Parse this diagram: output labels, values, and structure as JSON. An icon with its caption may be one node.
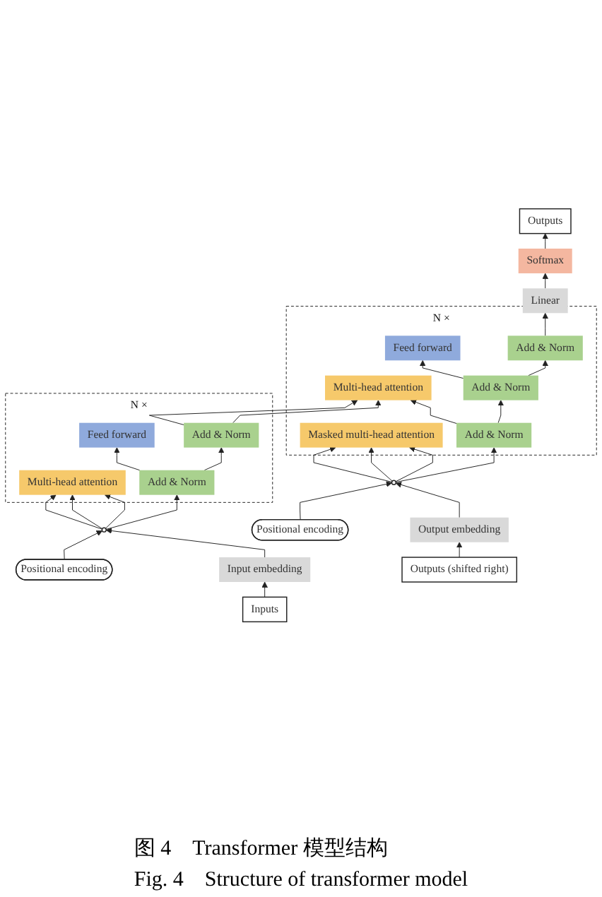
{
  "diagram": {
    "caption": "图 4　Transformer 模型结构",
    "nodes": [
      {
        "text": [],
        "shape": "box",
        "beside": [
          "N ×"
        ]
      },
      {
        "text": [
          "Add & Norm"
        ],
        "in": 0
      },
      {
        "text": [
          "Feed forward"
        ],
        "in": 0
      },
      {
        "text": [
          "Add & Norm"
        ],
        "in": 0
      },
      {
        "text": [
          "Multi-head attention"
        ],
        "in": 0
      },
      {
        "text": [
          "Positional encoding"
        ]
      },
      {
        "text": [],
        "shape": "circle"
      },
      {
        "text": [
          "Input embedding"
        ]
      },
      {
        "text": [
          "Inputs"
        ]
      },
      {
        "text": [
          "Outputs"
        ]
      },
      {
        "text": [
          "Softmax"
        ]
      },
      {
        "text": [
          "Linear"
        ]
      },
      {
        "text": [],
        "shape": "box",
        "beside": [
          "N ×"
        ]
      },
      {
        "text": [
          "Add & Norm"
        ],
        "in": 12
      },
      {
        "text": [
          "Feed forward"
        ],
        "in": 12
      },
      {
        "text": [
          "Add & Norm"
        ],
        "in": 12
      },
      {
        "text": [
          "Multi-head attention"
        ],
        "in": 12
      },
      {
        "text": [
          "Add & Norm"
        ],
        "in": 12
      },
      {
        "text": [
          "Masked multi-head attention"
        ],
        "in": 12
      },
      {
        "text": [],
        "shape": "circle"
      },
      {
        "text": [
          "Positional encoding"
        ]
      },
      {
        "text": [
          "Output embedding"
        ]
      },
      {
        "text": [
          "Outputs (shifted right)"
        ]
      }
    ],
    "edges": [
      {
        "from": 8,
        "to": 7,
        "arrow": "to"
      },
      {
        "from": 7,
        "to": 6,
        "arrow": "to"
      },
      {
        "from": 5,
        "to": 6,
        "arrow": "to"
      },
      {
        "from": 6,
        "to": 4,
        "arrow": "to"
      },
      {
        "from": 6,
        "to": 4,
        "arrow": "to"
      },
      {
        "from": 6,
        "to": 4,
        "arrow": "to"
      },
      {
        "from": 6,
        "to": 3,
        "arrow": "to"
      },
      {
        "from": 3,
        "to": 2,
        "arrow": "to"
      },
      {
        "from": 3,
        "to": 1,
        "arrow": "to"
      },
      {
        "from": 1,
        "to": 16,
        "arrow": "to"
      },
      {
        "from": 1,
        "to": 16,
        "arrow": "to"
      },
      {
        "from": 22,
        "to": 21,
        "arrow": "to"
      },
      {
        "from": 21,
        "to": 19,
        "arrow": "to"
      },
      {
        "from": 20,
        "to": 19,
        "arrow": "to"
      },
      {
        "from": 19,
        "to": 18,
        "arrow": "to"
      },
      {
        "from": 19,
        "to": 18,
        "arrow": "to"
      },
      {
        "from": 19,
        "to": 18,
        "arrow": "to"
      },
      {
        "from": 19,
        "to": 17,
        "arrow": "to"
      },
      {
        "from": 17,
        "to": 16,
        "arrow": "to"
      },
      {
        "from": 17,
        "to": 15,
        "arrow": "to"
      },
      {
        "from": 15,
        "to": 14,
        "arrow": "to"
      },
      {
        "from": 15,
        "to": 13,
        "arrow": "to"
      },
      {
        "from": 13,
        "to": 11,
        "arrow": "to"
      },
      {
        "from": 11,
        "to": 10,
        "arrow": "to"
      },
      {
        "from": 10,
        "to": 9,
        "arrow": "to"
      }
    ],
    "labels": [
      "Fig. 4　Structure of transformer model"
    ]
  }
}
